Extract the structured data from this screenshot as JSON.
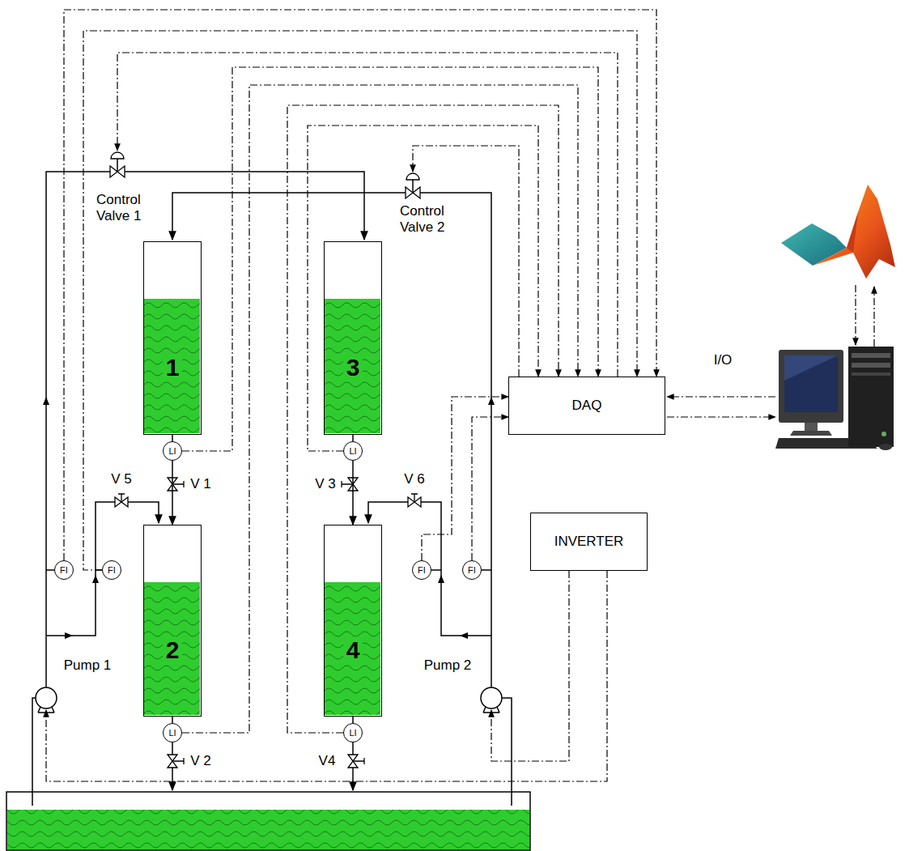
{
  "diagram": {
    "nodes": [
      {
        "text": [
          "1"
        ]
      },
      {
        "text": [
          "3"
        ]
      },
      {
        "text": [
          "DAQ"
        ]
      },
      {
        "text": [
          "LI"
        ]
      },
      {
        "text": [
          "LI"
        ]
      },
      {
        "text": [
          "2"
        ]
      },
      {
        "text": [
          "4"
        ]
      },
      {
        "text": [
          "INVERTER"
        ]
      },
      {
        "text": [
          "FI"
        ]
      },
      {
        "text": [
          "FI"
        ]
      },
      {
        "text": [
          "FI"
        ]
      },
      {
        "text": [
          "FI"
        ]
      },
      {
        "text": [
          "LI"
        ]
      },
      {
        "text": [
          "LI"
        ]
      }
    ],
    "edges": [
      {
        "from": 3,
        "to": 2,
        "arrow": "to"
      },
      {
        "from": 4,
        "to": 2,
        "arrow": "to"
      },
      {
        "from": 12,
        "to": 2,
        "arrow": "to"
      },
      {
        "from": 13,
        "to": 2,
        "arrow": "to"
      },
      {
        "from": 8,
        "to": 2,
        "arrow": "to"
      },
      {
        "from": 9,
        "to": 2,
        "arrow": "to"
      },
      {
        "from": 10,
        "to": 2,
        "arrow": "to"
      },
      {
        "from": 11,
        "to": 2,
        "arrow": "to"
      },
      {
        "from": 0,
        "to": 3,
        "arrow": "none"
      },
      {
        "from": 3,
        "to": 5,
        "arrow": "to"
      },
      {
        "from": 1,
        "to": 4,
        "arrow": "none"
      },
      {
        "from": 4,
        "to": 6,
        "arrow": "to"
      },
      {
        "from": 5,
        "to": 12,
        "arrow": "none"
      },
      {
        "from": 6,
        "to": 13,
        "arrow": "none"
      }
    ],
    "labels": [
      "Control Valve 1",
      "Control Valve 2",
      "V 1",
      "V 3",
      "V 5",
      "V 6",
      "Pump 1",
      "Pump 2",
      "V 2",
      "V4",
      "I/O"
    ]
  }
}
